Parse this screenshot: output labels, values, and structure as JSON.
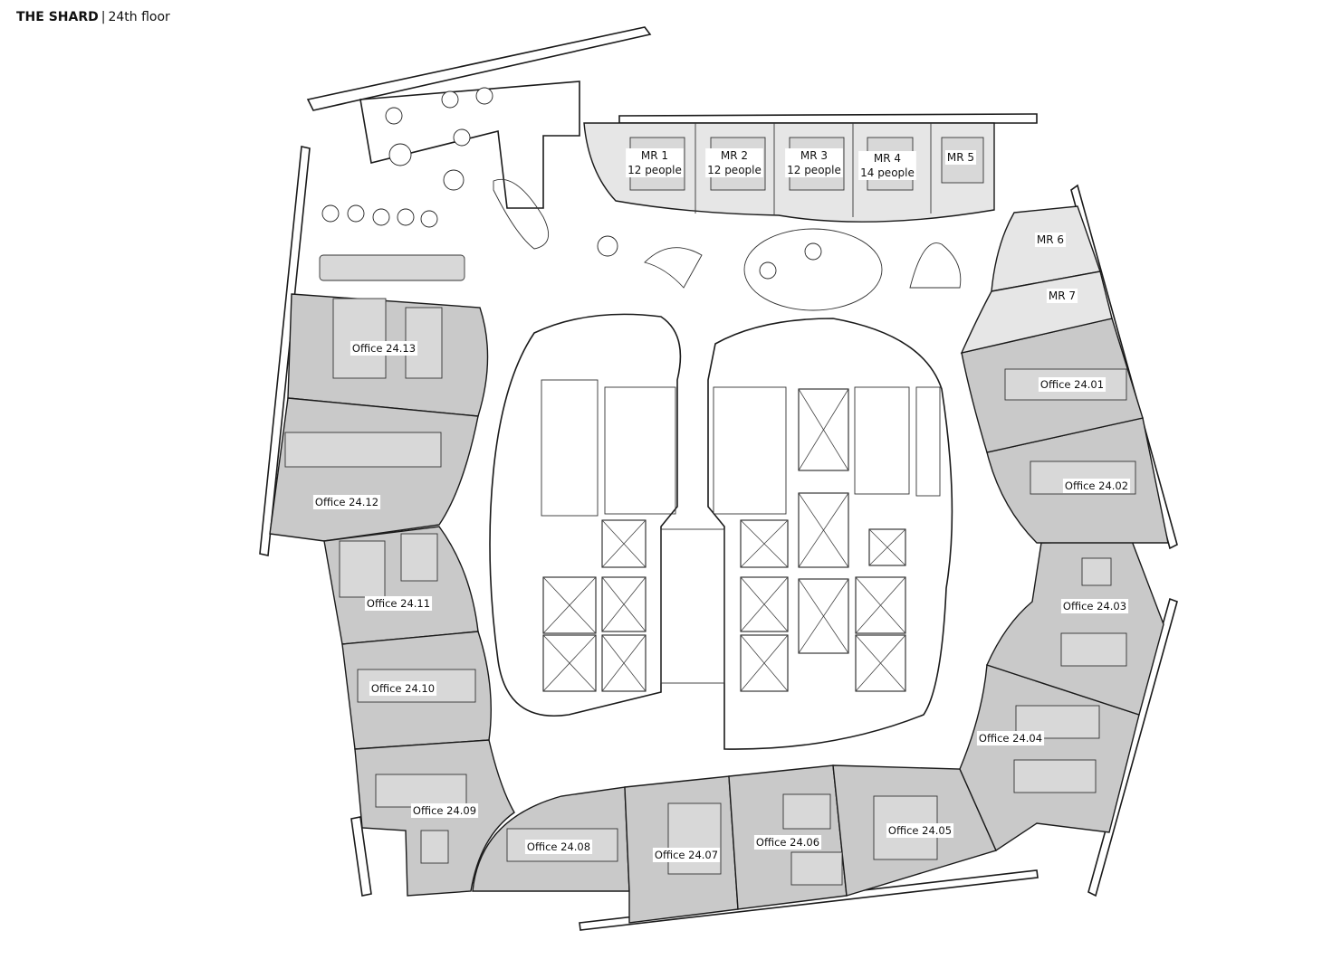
{
  "header": {
    "building": "THE SHARD",
    "separator": "|",
    "floor": "24th floor"
  },
  "offices": [
    {
      "id": "24.01",
      "label": "Office 24.01"
    },
    {
      "id": "24.02",
      "label": "Office 24.02"
    },
    {
      "id": "24.03",
      "label": "Office 24.03"
    },
    {
      "id": "24.04",
      "label": "Office 24.04"
    },
    {
      "id": "24.05",
      "label": "Office 24.05"
    },
    {
      "id": "24.06",
      "label": "Office 24.06"
    },
    {
      "id": "24.07",
      "label": "Office 24.07"
    },
    {
      "id": "24.08",
      "label": "Office 24.08"
    },
    {
      "id": "24.09",
      "label": "Office 24.09"
    },
    {
      "id": "24.10",
      "label": "Office 24.10"
    },
    {
      "id": "24.11",
      "label": "Office 24.11"
    },
    {
      "id": "24.12",
      "label": "Office 24.12"
    },
    {
      "id": "24.13",
      "label": "Office 24.13"
    }
  ],
  "meeting_rooms": [
    {
      "id": "MR1",
      "label": "MR 1",
      "capacity": "12 people"
    },
    {
      "id": "MR2",
      "label": "MR 2",
      "capacity": "12 people"
    },
    {
      "id": "MR3",
      "label": "MR 3",
      "capacity": "12 people"
    },
    {
      "id": "MR4",
      "label": "MR 4",
      "capacity": "14 people"
    },
    {
      "id": "MR5",
      "label": "MR 5",
      "capacity": ""
    },
    {
      "id": "MR6",
      "label": "MR 6",
      "capacity": ""
    },
    {
      "id": "MR7",
      "label": "MR 7",
      "capacity": ""
    }
  ],
  "colors": {
    "office_fill": "#c9c9c9",
    "meeting_room_fill": "#e6e6e6",
    "wall": "#1a1a1a",
    "background": "#ffffff"
  }
}
